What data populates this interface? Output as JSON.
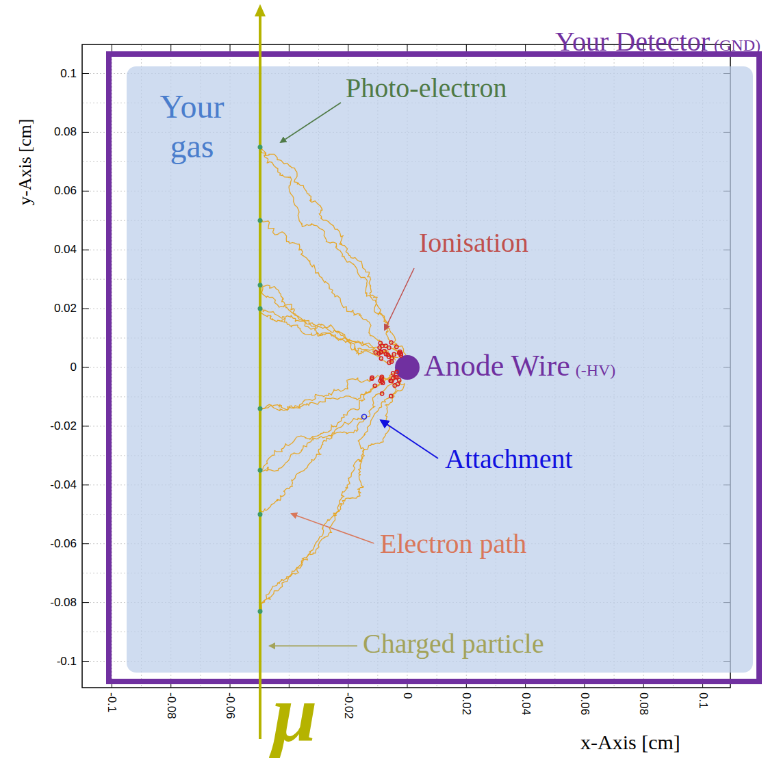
{
  "diagram": {
    "nodes": [
      {
        "text": [
          "Your Detector",
          "(GND)"
        ]
      },
      {
        "text": [
          "Your gas"
        ],
        "in": 0
      },
      {
        "text": [
          "Anode Wire",
          "(-HV)"
        ],
        "in": 1
      }
    ],
    "labels": [
      "Photo-electron",
      "y-Axis [cm]",
      "0.1",
      "0.08",
      "0.06",
      "0.04",
      "0.02",
      "0",
      "-0.02",
      "-0.04",
      "-0.06",
      "-0.08",
      "-0.1",
      "Ionisation",
      "Attachment",
      "Electron path",
      "Charged particle",
      "-0.1",
      "-0.08",
      "-0.06",
      "-0.02",
      "0",
      "0.02",
      "0.04",
      "0.06",
      "0.08",
      "0.1",
      "μ",
      "x-Axis [cm]"
    ]
  }
}
